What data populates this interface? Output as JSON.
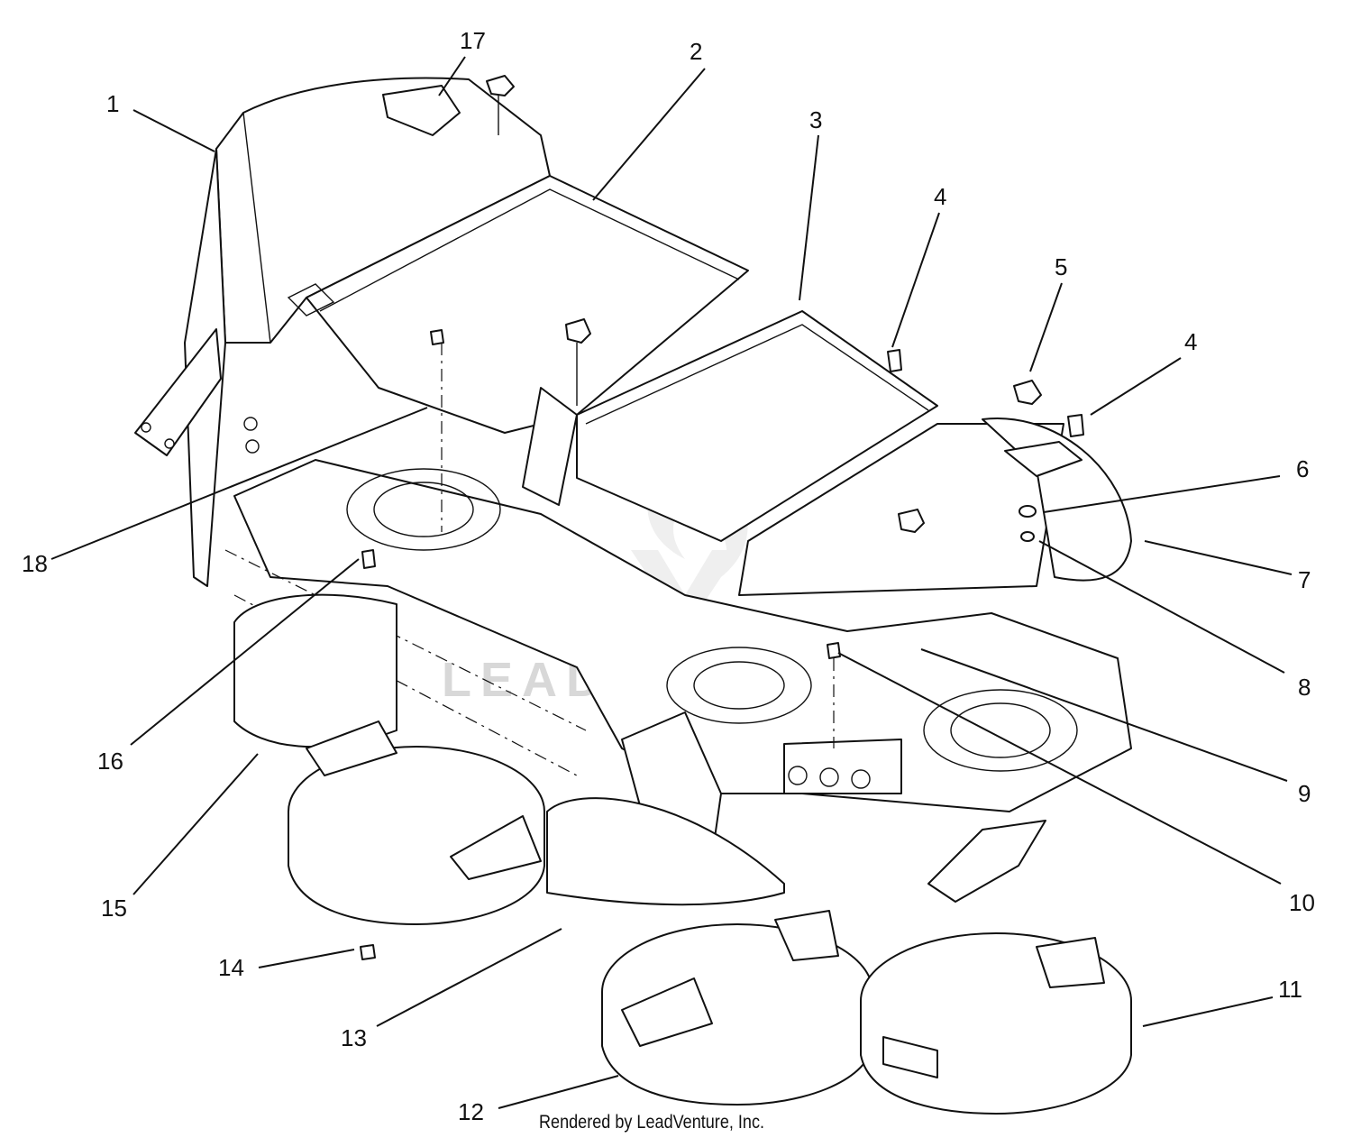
{
  "diagram": {
    "callouts": [
      "1",
      "2",
      "3",
      "4",
      "5",
      "4",
      "6",
      "7",
      "8",
      "9",
      "10",
      "11",
      "12",
      "13",
      "14",
      "15",
      "16",
      "17",
      "18"
    ],
    "watermark": "LEADVENTURE",
    "footer": "Rendered by LeadVenture, Inc."
  }
}
